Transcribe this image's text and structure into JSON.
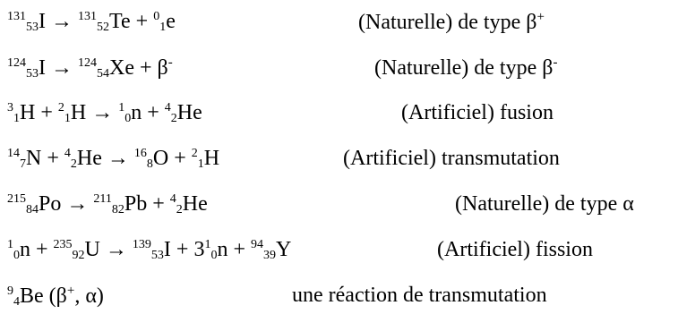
{
  "reactions": [
    {
      "equation": "¹³¹₅₃I → ¹³¹₅₂Te + ⁰₁e",
      "parts": {
        "A1": "131",
        "Z1": "53",
        "S1": "I",
        "arrow": "→",
        "A2": "131",
        "Z2": "52",
        "S2": "Te",
        "plus": "+",
        "A3": "0",
        "Z3": "1",
        "S3": "e"
      },
      "note": "(Naturelle) de type β",
      "note_sup": "+"
    },
    {
      "equation": "¹²⁴₅₃I → ¹²⁴₅₄Xe + β⁻",
      "parts": {
        "A1": "124",
        "Z1": "53",
        "S1": "I",
        "arrow": "→",
        "A2": "124",
        "Z2": "54",
        "S2": "Xe",
        "plus": "+",
        "S3": "β",
        "S3sup": "-"
      },
      "note": "(Naturelle) de type β",
      "note_sup": "-"
    },
    {
      "equation": "³₁H + ²₁H → ¹₀n + ⁴₂He",
      "parts": {
        "A1": "3",
        "Z1": "1",
        "S1": "H",
        "plus1": "+",
        "A2": "2",
        "Z2": "1",
        "S2": "H",
        "arrow": "→",
        "A3": "1",
        "Z3": "0",
        "S3": "n",
        "plus2": "+",
        "A4": "4",
        "Z4": "2",
        "S4": "He"
      },
      "note": "(Artificiel) fusion"
    },
    {
      "equation": "¹⁴₇N + ⁴₂He → ¹⁶₈O + ²₁H",
      "parts": {
        "A1": "14",
        "Z1": "7",
        "S1": "N",
        "plus1": "+",
        "A2": "4",
        "Z2": "2",
        "S2": "He",
        "arrow": "→",
        "A3": "16",
        "Z3": "8",
        "S3": "O",
        "plus2": "+",
        "A4": "2",
        "Z4": "1",
        "S4": "H"
      },
      "note": "(Artificiel) transmutation"
    },
    {
      "equation": "²¹⁵₈₄Po → ²¹¹₈₂Pb + ⁴₂He",
      "parts": {
        "A1": "215",
        "Z1": "84",
        "S1": "Po",
        "arrow": "→",
        "A2": "211",
        "Z2": "82",
        "S2": "Pb",
        "plus": "+",
        "A3": "4",
        "Z3": "2",
        "S3": "He"
      },
      "note": "(Naturelle) de type α"
    },
    {
      "equation": "¹₀n + ²³⁵₉₂U → ¹³⁹₅₃I + 3¹₀n + ⁹⁴₃₉Y",
      "parts": {
        "A1": "1",
        "Z1": "0",
        "S1": "n",
        "plus1": "+",
        "A2": "235",
        "Z2": "92",
        "S2": "U",
        "arrow": "→",
        "A3": "139",
        "Z3": "53",
        "S3": "I",
        "plus2": "+",
        "coef": "3",
        "A4": "1",
        "Z4": "0",
        "S4": "n",
        "plus3": "+",
        "A5": "94",
        "Z5": "39",
        "S5": "Y"
      },
      "note": "(Artificiel) fission"
    },
    {
      "equation": "⁹₄Be (β⁺, α)",
      "parts": {
        "A1": "9",
        "Z1": "4",
        "S1": "Be",
        "rest1": " (β",
        "rest_sup": "+",
        "rest2": ", α)"
      },
      "note": "une réaction de transmutation"
    }
  ]
}
